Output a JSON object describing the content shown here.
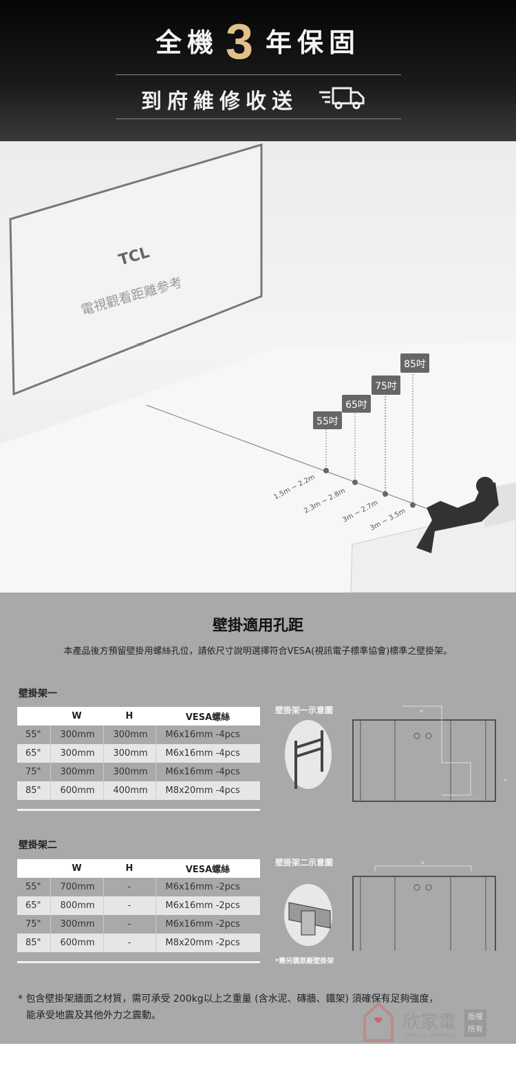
{
  "header": {
    "warranty_pre": "全機",
    "warranty_num": "3",
    "warranty_post": "年保固",
    "service": "到府維修收送",
    "service_icon": "delivery-truck-icon"
  },
  "room": {
    "tv_brand": "TCL",
    "tv_caption": "電視觀看距離参考",
    "tv_logo_small": "TCL",
    "sizes": [
      {
        "label": "55吋",
        "range": "1.5m ~ 2.2m"
      },
      {
        "label": "65吋",
        "range": "2.3m ~ 2.8m"
      },
      {
        "label": "75吋",
        "range": "3m ~ 2.7m"
      },
      {
        "label": "85吋",
        "range": "3m ~ 3.5m"
      }
    ]
  },
  "spec": {
    "title": "壁掛適用孔距",
    "desc": "本產品後方預留壁掛用螺絲孔位，請依尺寸說明選擇符合VESA(視訊電子標準協會)標準之壁掛架。",
    "headers": [
      "",
      "W",
      "H",
      "VESA螺絲"
    ],
    "mount1": {
      "title": "壁掛架一",
      "caption": "壁掛架一示意圖",
      "rows": [
        [
          "55\"",
          "300mm",
          "300mm",
          "M6x16mm -4pcs"
        ],
        [
          "65\"",
          "300mm",
          "300mm",
          "M6x16mm -4pcs"
        ],
        [
          "75\"",
          "300mm",
          "300mm",
          "M6x16mm -4pcs"
        ],
        [
          "85\"",
          "600mm",
          "400mm",
          "M8x20mm -4pcs"
        ]
      ],
      "w": "W",
      "h": "H"
    },
    "mount2": {
      "title": "壁掛架二",
      "caption": "壁掛架二示意圖",
      "note": "*需另購原廠壁掛架",
      "rows": [
        [
          "55\"",
          "700mm",
          "-",
          "M6x16mm -2pcs"
        ],
        [
          "65\"",
          "800mm",
          "-",
          "M6x16mm -2pcs"
        ],
        [
          "75\"",
          "300mm",
          "-",
          "M6x16mm -2pcs"
        ],
        [
          "85\"",
          "600mm",
          "-",
          "M8x20mm -2pcs"
        ]
      ],
      "w": "W"
    },
    "note1": "* 包含壁掛架牆面之材質，需可承受 200kg以上之重量 (含水泥、磚牆、鐵架) 須確保有足夠強度，",
    "note2": "能承受地震及其他外力之震動。"
  },
  "watermark": {
    "name": "欣家電",
    "sub": "Shin H.A. OnlineShop",
    "badge1": "版權",
    "badge2": "所有"
  }
}
